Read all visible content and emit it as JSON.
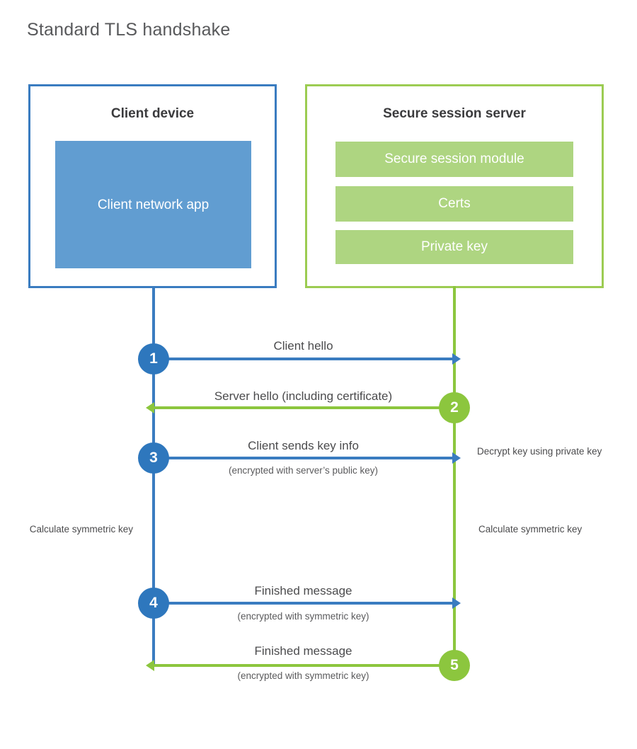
{
  "title": "Standard TLS handshake",
  "colors": {
    "client_accent": "#3a7cc0",
    "client_circle": "#2e77bd",
    "client_app_fill": "#619dd1",
    "server_accent": "#8cc63e",
    "server_border": "#9ccc52",
    "server_bar_fill": "#aed581",
    "title_text": "#58595b",
    "body_text": "#4b4b4d",
    "background": "#ffffff"
  },
  "client": {
    "title": "Client device",
    "app_label": "Client network app"
  },
  "server": {
    "title": "Secure session server",
    "components": [
      {
        "label": "Secure session module"
      },
      {
        "label": "Certs"
      },
      {
        "label": "Private key"
      }
    ]
  },
  "steps": [
    {
      "number": "1",
      "direction": "client-to-server",
      "label": "Client hello",
      "sublabel": ""
    },
    {
      "number": "2",
      "direction": "server-to-client",
      "label": "Server hello (including certificate)",
      "sublabel": ""
    },
    {
      "number": "3",
      "direction": "client-to-server",
      "label": "Client sends key info",
      "sublabel": "(encrypted with server’s public key)"
    },
    {
      "number": "4",
      "direction": "client-to-server",
      "label": "Finished message",
      "sublabel": "(encrypted with symmetric key)"
    },
    {
      "number": "5",
      "direction": "server-to-client",
      "label": "Finished message",
      "sublabel": "(encrypted with symmetric key)"
    }
  ],
  "annotations": {
    "server_decrypt": "Decrypt key using private key",
    "client_calc": "Calculate symmetric key",
    "server_calc": "Calculate symmetric key"
  }
}
